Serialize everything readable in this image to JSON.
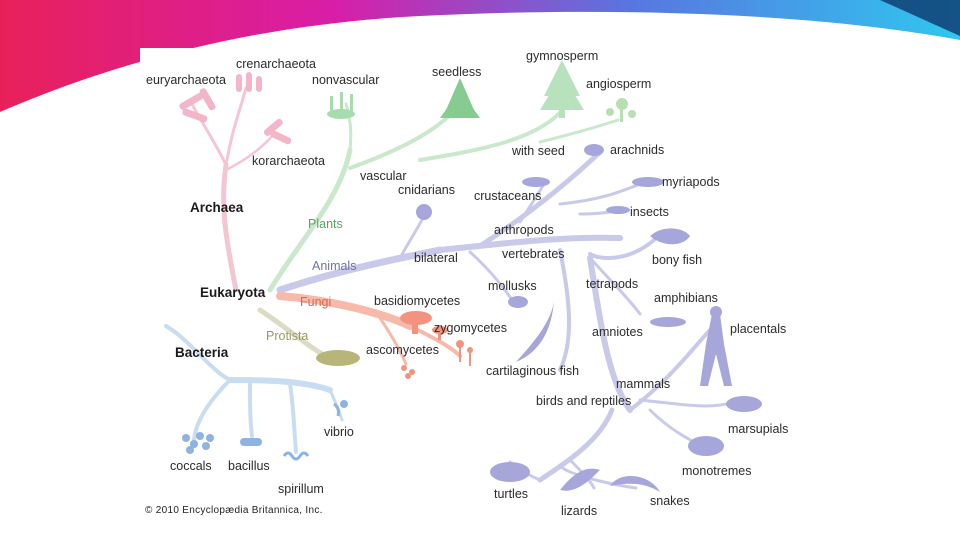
{
  "diagram": {
    "copyright": "© 2010 Encyclopædia Britannica, Inc.",
    "domains": {
      "archaea": "Archaea",
      "eukaryota": "Eukaryota",
      "bacteria": "Bacteria"
    },
    "kingdoms": {
      "plants": "Plants",
      "animals": "Animals",
      "fungi": "Fungi",
      "protista": "Protista"
    },
    "archaea_groups": {
      "crenarchaeota": "crenarchaeota",
      "euryarchaeota": "euryarchaeota",
      "korarchaeota": "korarchaeota"
    },
    "plant_groups": {
      "nonvascular": "nonvascular",
      "seedless": "seedless",
      "gymnosperm": "gymnosperm",
      "angiosperm": "angiosperm",
      "with_seed": "with seed",
      "vascular": "vascular"
    },
    "animal_groups": {
      "arachnids": "arachnids",
      "myriapods": "myriapods",
      "crustaceans": "crustaceans",
      "insects": "insects",
      "cnidarians": "cnidarians",
      "arthropods": "arthropods",
      "bilateral": "bilateral",
      "vertebrates": "vertebrates",
      "bony_fish": "bony fish",
      "mollusks": "mollusks",
      "tetrapods": "tetrapods",
      "amphibians": "amphibians",
      "amniotes": "amniotes",
      "placentals": "placentals",
      "cartilaginous_fish": "cartilaginous fish",
      "mammals": "mammals",
      "birds_and_reptiles": "birds and reptiles",
      "marsupials": "marsupials",
      "monotremes": "monotremes",
      "turtles": "turtles",
      "lizards": "lizards",
      "snakes": "snakes"
    },
    "fungi_groups": {
      "basidiomycetes": "basidiomycetes",
      "zygomycetes": "zygomycetes",
      "ascomycetes": "ascomycetes"
    },
    "bacteria_groups": {
      "vibrio": "vibrio",
      "coccals": "coccals",
      "bacillus": "bacillus",
      "spirillum": "spirillum"
    },
    "colors": {
      "archaea_branch": "#f4c6d2",
      "plants_branch": "#c9e8cc",
      "animals_branch": "#c9c9ea",
      "fungi_branch": "#f7b9aa",
      "protista_branch": "#dcdcc4",
      "bacteria_branch": "#c8dcf2",
      "banner_magenta": "#e6207e",
      "banner_cyan": "#39b8e6"
    }
  }
}
